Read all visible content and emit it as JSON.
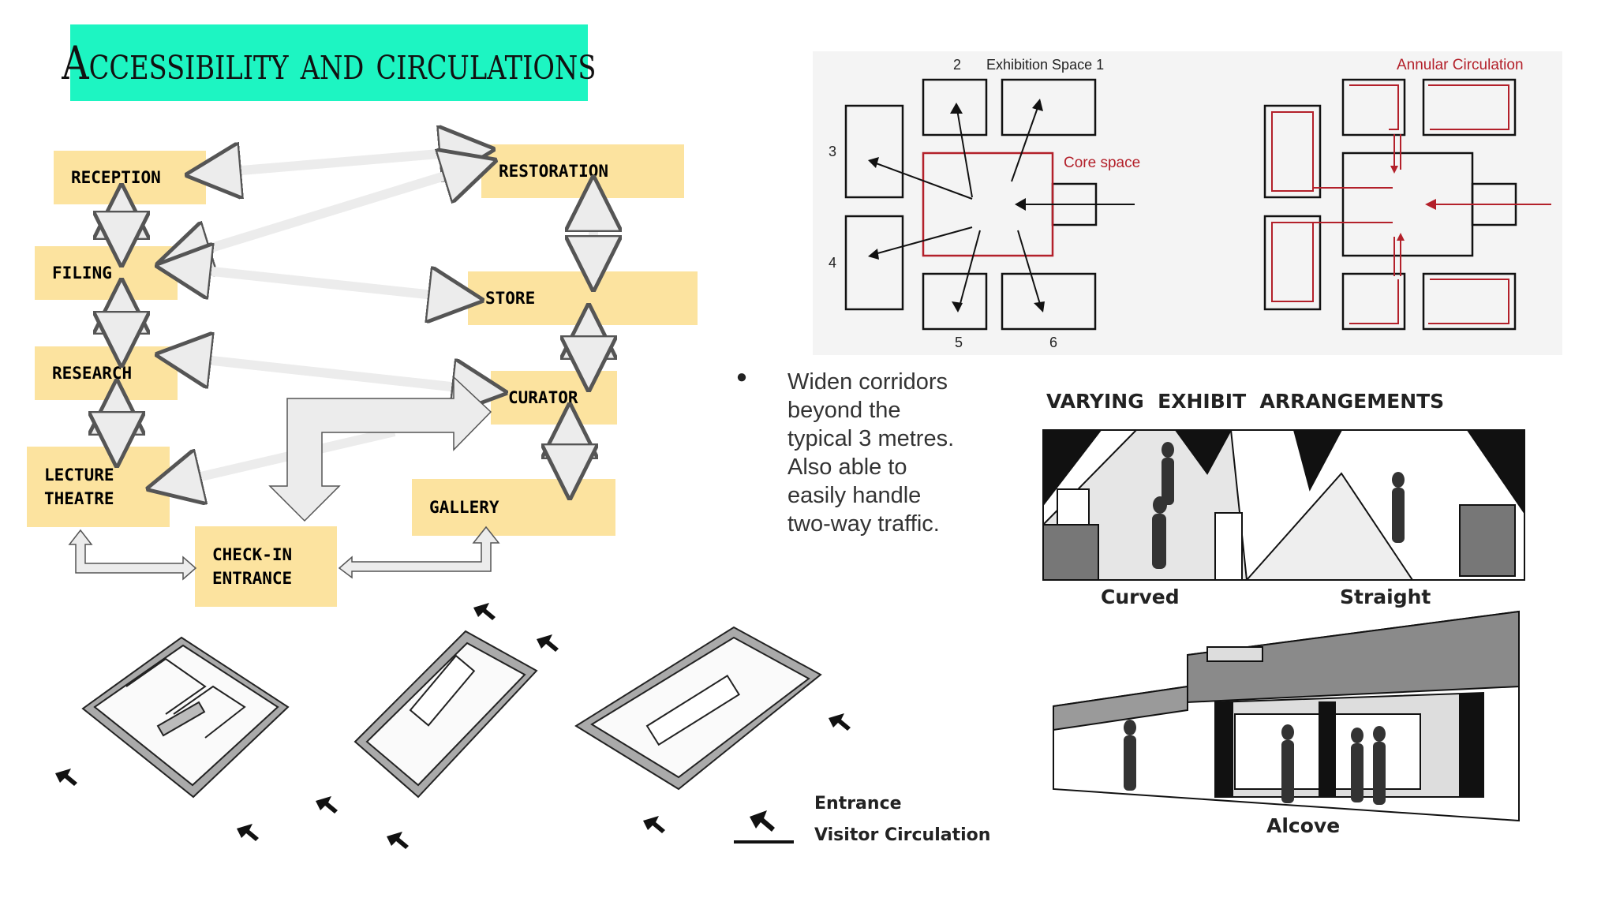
{
  "title": "Accessibility and circulations",
  "flow": {
    "reception": "RECEPTION",
    "restoration": "RESTORATION",
    "filing": "FILING",
    "store": "STORE",
    "research": "RESEARCH",
    "curator": "CURATOR",
    "lecture_1": "LECTURE",
    "lecture_2": "THEATRE",
    "gallery": "GALLERY",
    "checkin_1": "CHECK-IN",
    "checkin_2": "ENTRANCE"
  },
  "radial": {
    "label_2": "2",
    "label_exhibition": "Exhibition Space 1",
    "label_3": "3",
    "label_4": "4",
    "label_5": "5",
    "label_6": "6",
    "core_space": "Core space"
  },
  "annular": {
    "label": "Annular Circulation"
  },
  "bullet": {
    "marker": "●",
    "lines": [
      "Widen corridors",
      "beyond the",
      "typical 3 metres.",
      "Also able to",
      "easily handle",
      "two-way traffic."
    ]
  },
  "arrangements": {
    "heading": "VARYING  EXHIBIT  ARRANGEMENTS",
    "curved": "Curved",
    "straight": "Straight",
    "alcove": "Alcove"
  },
  "legend": {
    "entrance": "Entrance",
    "visitor_circulation": "Visitor Circulation"
  },
  "colors": {
    "title_bg": "#1df5c2",
    "box_fill": "#fce39f",
    "arrow_fill": "#ececec",
    "red": "#b3202a"
  }
}
